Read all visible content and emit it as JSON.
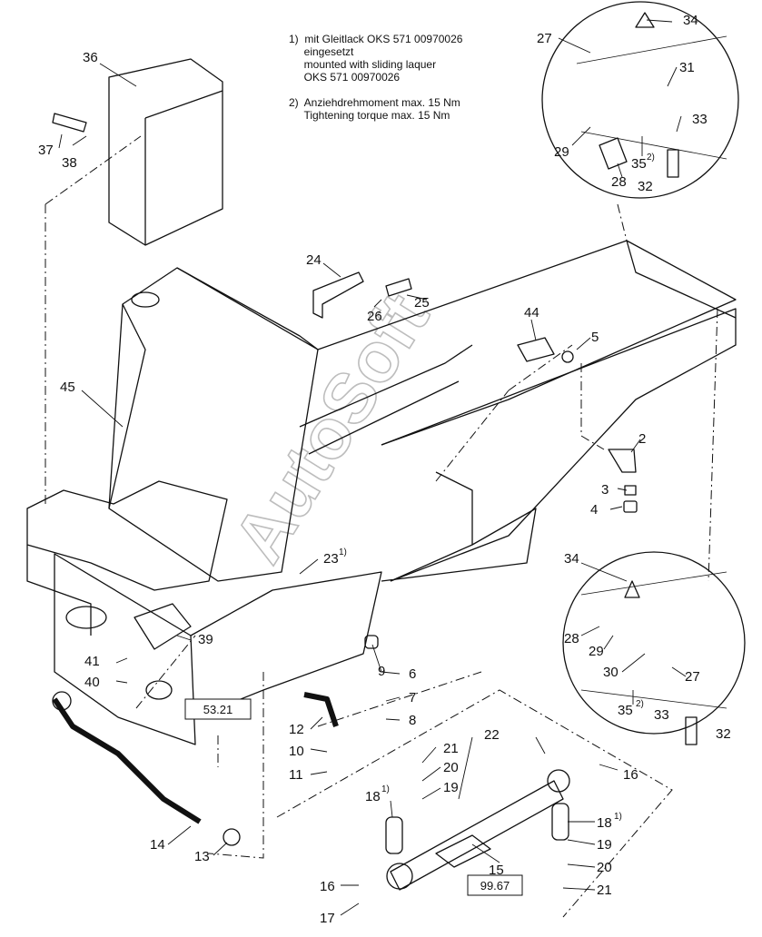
{
  "notes": {
    "note1_line1": "1)  mit Gleitlack OKS 571 00970026",
    "note1_line2": "     eingesetzt",
    "note1_line3": "     mounted with sliding laquer",
    "note1_line4": "     OKS 571 00970026",
    "note2_line1": "2)  Anziehdrehmoment max. 15 Nm",
    "note2_line2": "     Tightening torque max. 15 Nm"
  },
  "watermark": "AutoSoft",
  "references": {
    "ref1": "53.21",
    "ref2": "99.67"
  },
  "callouts": {
    "c34a": "34",
    "c27a": "27",
    "c31": "31",
    "c33a": "33",
    "c29a": "29",
    "c35a": "35",
    "c28a": "28",
    "c32a": "32",
    "c36": "36",
    "c37": "37",
    "c38": "38",
    "c24": "24",
    "c25": "25",
    "c26": "26",
    "c44": "44",
    "c5": "5",
    "c45": "45",
    "c2": "2",
    "c3": "3",
    "c4": "4",
    "c23": "23",
    "c34b": "34",
    "c28b": "28",
    "c29b": "29",
    "c30": "30",
    "c27b": "27",
    "c35b": "35",
    "c33b": "33",
    "c32b": "32",
    "c39": "39",
    "c41": "41",
    "c40": "40",
    "c9": "9",
    "c6": "6",
    "c7": "7",
    "c8": "8",
    "c12": "12",
    "c10": "10",
    "c11": "11",
    "c21a": "21",
    "c20a": "20",
    "c19a": "19",
    "c18a": "18",
    "c22": "22",
    "c16a": "16",
    "c18b": "18",
    "c19b": "19",
    "c20b": "20",
    "c21b": "21",
    "c15": "15",
    "c14": "14",
    "c13": "13",
    "c16b": "16",
    "c17": "17"
  },
  "superscripts": {
    "s23": "1)",
    "s35a": "2)",
    "s35b": "2)",
    "s18a": "1)",
    "s18b": "1)"
  }
}
